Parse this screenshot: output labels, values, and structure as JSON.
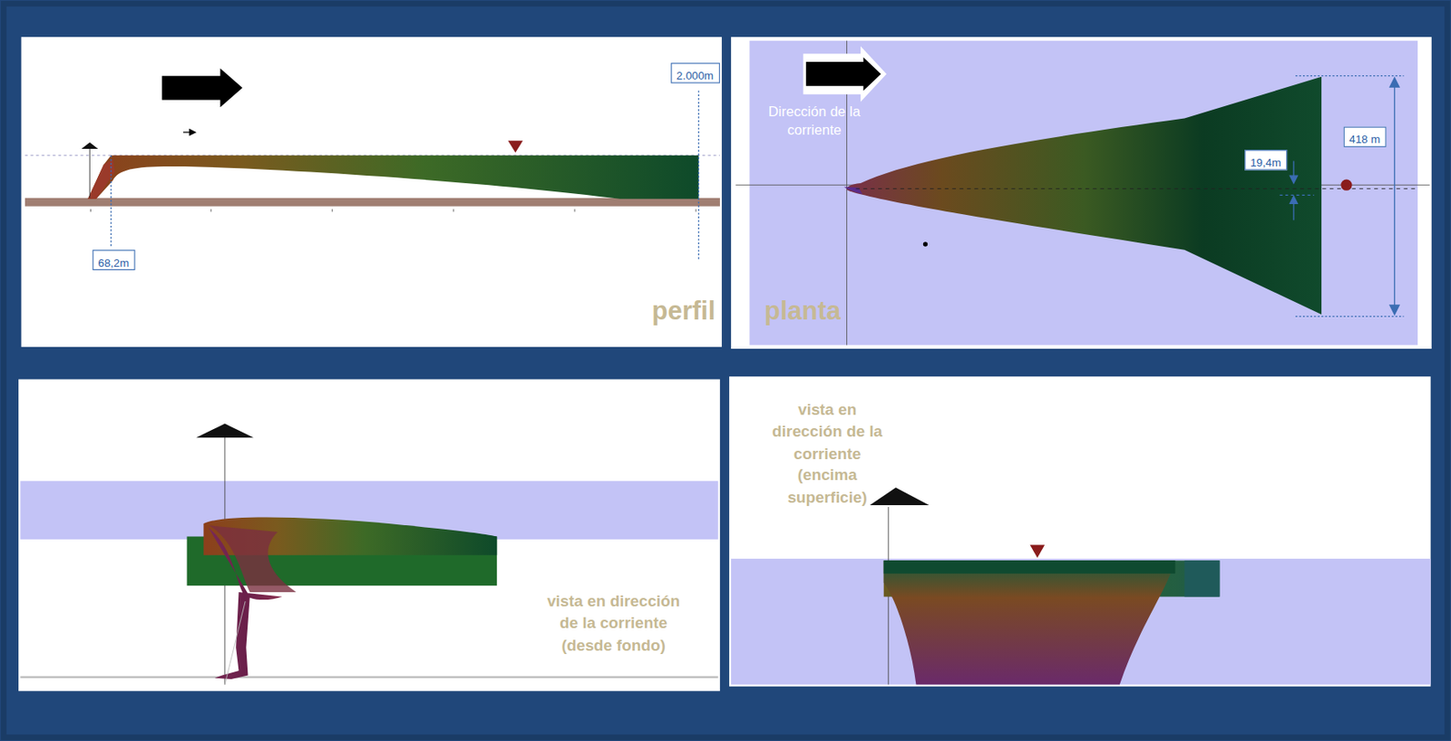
{
  "diagram": {
    "nodes": [
      {
        "text": [
          "perfil"
        ]
      },
      {
        "text": [
          "2.000m"
        ],
        "in": 0
      },
      {
        "text": [
          "68,2m"
        ],
        "in": 0
      },
      {
        "text": [
          "planta"
        ]
      },
      {
        "text": [
          "19,4m"
        ],
        "in": 3
      },
      {
        "text": [
          "418 m"
        ],
        "in": 3
      },
      {
        "text": [
          "vista en dirección de la corriente (desde fondo)"
        ]
      },
      {
        "text": [
          "vista en dirección de la corriente (encima superficie)"
        ]
      }
    ],
    "labels": [
      "Dirección de la corriente"
    ]
  }
}
